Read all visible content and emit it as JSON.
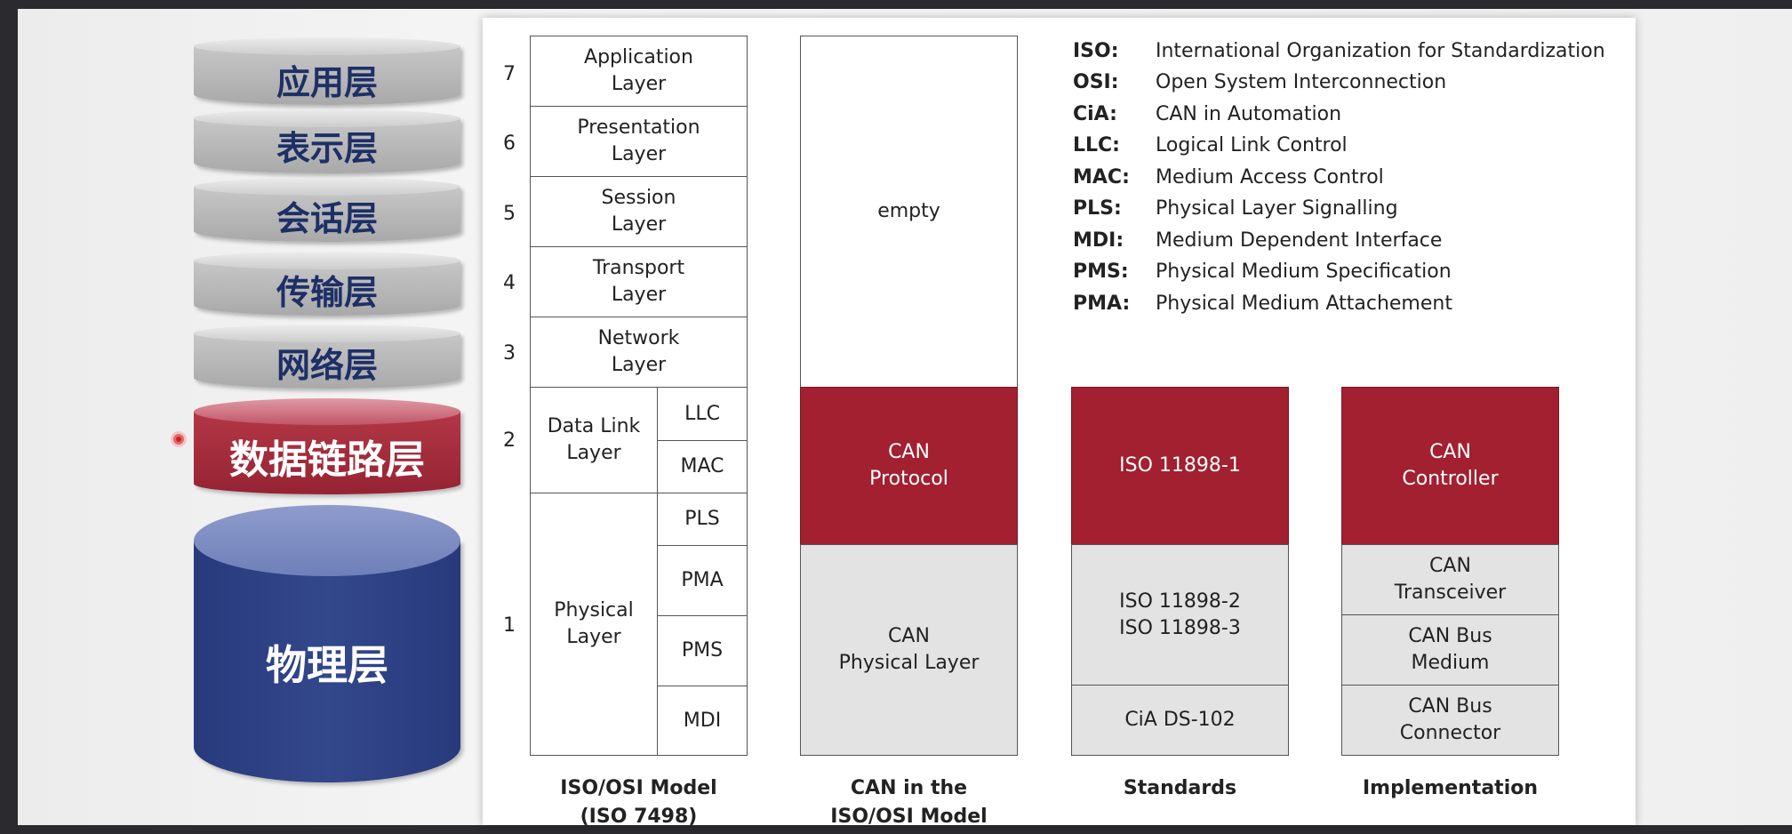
{
  "cylinder_stack": [
    {
      "label": "应用层",
      "style": "grey"
    },
    {
      "label": "表示层",
      "style": "grey"
    },
    {
      "label": "会话层",
      "style": "grey"
    },
    {
      "label": "传输层",
      "style": "grey"
    },
    {
      "label": "网络层",
      "style": "grey"
    },
    {
      "label": "数据链路层",
      "style": "red"
    },
    {
      "label": "物理层",
      "style": "blue"
    }
  ],
  "osi_model": {
    "layer_numbers": [
      "7",
      "6",
      "5",
      "4",
      "3",
      "2",
      "1"
    ],
    "layers": [
      {
        "label": "Application\nLayer"
      },
      {
        "label": "Presentation\nLayer"
      },
      {
        "label": "Session\nLayer"
      },
      {
        "label": "Transport\nLayer"
      },
      {
        "label": "Network\nLayer"
      }
    ],
    "data_link": {
      "label": "Data Link\nLayer",
      "sublayers": [
        "LLC",
        "MAC"
      ]
    },
    "physical": {
      "label": "Physical\nLayer",
      "sublayers": [
        "PLS",
        "PMA",
        "PMS",
        "MDI"
      ]
    },
    "title": "ISO/OSI Model\n(ISO 7498)"
  },
  "can_model": {
    "empty_label": "empty",
    "protocol_label": "CAN\nProtocol",
    "physical_label": "CAN\nPhysical Layer",
    "title": "CAN in the\nISO/OSI Model"
  },
  "standards": {
    "data_link": "ISO 11898-1",
    "physical": "ISO 11898-2\nISO 11898-3",
    "connector": "CiA DS-102",
    "title": "Standards"
  },
  "implementation": {
    "controller": "CAN\nController",
    "transceiver": "CAN\nTransceiver",
    "medium": "CAN Bus\nMedium",
    "connector": "CAN Bus\nConnector",
    "title": "Implementation"
  },
  "abbreviations": [
    {
      "key": "ISO:",
      "value": "International Organization for Standardization"
    },
    {
      "key": "OSI:",
      "value": "Open System Interconnection"
    },
    {
      "key": "CiA:",
      "value": "CAN in Automation"
    },
    {
      "key": "LLC:",
      "value": "Logical Link Control"
    },
    {
      "key": "MAC:",
      "value": "Medium Access Control"
    },
    {
      "key": "PLS:",
      "value": "Physical Layer Signalling"
    },
    {
      "key": "MDI:",
      "value": "Medium Dependent Interface"
    },
    {
      "key": "PMS:",
      "value": "Physical Medium Specification"
    },
    {
      "key": "PMA:",
      "value": "Physical Medium Attachement"
    }
  ],
  "colors": {
    "can_red": "#a2202f",
    "osi_blue": "#2f438a",
    "grey_fill": "#e3e3e3"
  }
}
